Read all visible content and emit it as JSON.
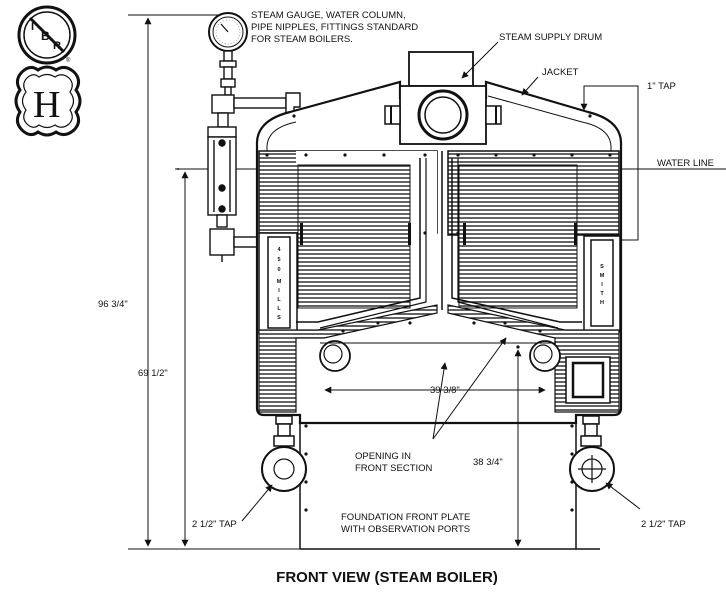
{
  "logos": {
    "ibr": {
      "text": "I·B·R",
      "registered": "®"
    },
    "h_stamp": {
      "letter": "H"
    }
  },
  "labels": {
    "gauge_note_line1": "STEAM GAUGE, WATER COLUMN,",
    "gauge_note_line2": "PIPE NIPPLES, FITTINGS STANDARD",
    "gauge_note_line3": "FOR STEAM BOILERS.",
    "steam_supply_drum": "STEAM SUPPLY DRUM",
    "jacket": "JACKET",
    "tap_1in": "1\" TAP",
    "water_line": "WATER LINE",
    "opening_line1": "OPENING IN",
    "opening_line2": "FRONT SECTION",
    "foundation_line1": "FOUNDATION FRONT PLATE",
    "foundation_line2": "WITH OBSERVATION PORTS",
    "tap_left": "2 1/2\" TAP",
    "tap_right": "2 1/2\" TAP"
  },
  "dimensions": {
    "overall_height": "96 3/4\"",
    "water_line_height": "69 1/2\"",
    "opening_width": "39 3/8\"",
    "opening_height": "38 3/4\""
  },
  "nameplates": {
    "left": [
      "4",
      "5",
      "0",
      "M",
      "I",
      "L",
      "L",
      "S"
    ],
    "right": [
      "S",
      "M",
      "I",
      "T",
      "H"
    ]
  },
  "caption": "FRONT VIEW (STEAM BOILER)"
}
